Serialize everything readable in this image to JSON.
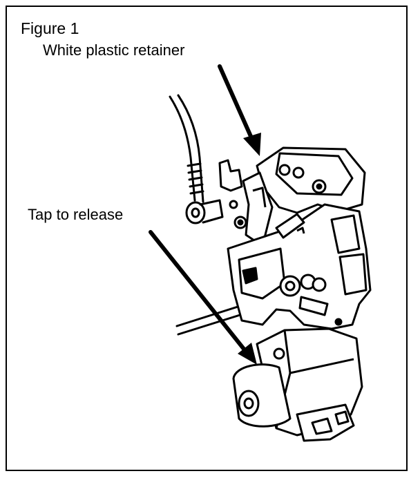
{
  "figure": {
    "title": "Figure 1",
    "callouts": {
      "retainer": "White plastic retainer",
      "tap": "Tap to release"
    }
  },
  "colors": {
    "ink": "#000000",
    "paper": "#ffffff"
  }
}
